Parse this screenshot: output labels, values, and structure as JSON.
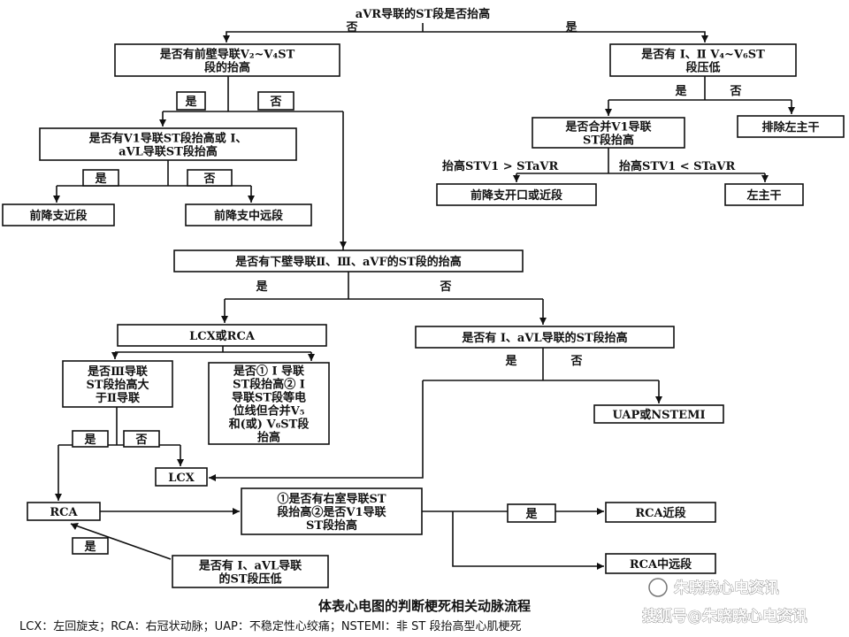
{
  "nodes": {
    "n_avr": [
      "aVR导联的ST段是否抬高"
    ],
    "n_ant": [
      "是否有前壁导联V₂~V₄ST",
      "段的抬高"
    ],
    "n_i2v": [
      "是否有 Ⅰ、Ⅱ V₄~V₆ST",
      "段压低"
    ],
    "n_v1i": [
      "是否有V1导联ST段抬高或 Ⅰ、",
      "aVL导联ST段抬高"
    ],
    "n_combv1": [
      "是否合并V1导联",
      "ST段抬高"
    ],
    "n_exlm": [
      "排除左主干"
    ],
    "n_ladprox": [
      "前降支近段"
    ],
    "n_ladmid": [
      "前降支中远段"
    ],
    "n_ladopen": [
      "前降支开口或近段"
    ],
    "n_lm": [
      "左主干"
    ],
    "n_inf": [
      "是否有下壁导联Ⅱ、Ⅲ、aVF的ST段的抬高"
    ],
    "n_lcxrca": [
      "LCX或RCA"
    ],
    "n_iavl": [
      "是否有 Ⅰ、aVL导联的ST段抬高"
    ],
    "n_iii": [
      "是否Ⅲ导联",
      "ST段抬高大",
      "于Ⅱ导联"
    ],
    "n_q": [
      "是否① Ⅰ 导联",
      "ST段抬高② Ⅰ",
      "导联ST段等电",
      "位线但合并V₅",
      "和(或) V₆ST段",
      "抬高"
    ],
    "n_uap": [
      "UAP或NSTEMI"
    ],
    "n_lcx": [
      "LCX"
    ],
    "n_rca": [
      "RCA"
    ],
    "n_rv": [
      "①是否有右室导联ST",
      "段抬高②是否V1导联",
      "ST段抬高"
    ],
    "n_rcaprox": [
      "RCA近段"
    ],
    "n_rcamid": [
      "RCA中远段"
    ],
    "n_iavldep": [
      "是否有 Ⅰ、aVL导联",
      "的ST段压低"
    ],
    "n_b_yes1": [
      "是"
    ],
    "n_b_no1": [
      "否"
    ],
    "n_b_yes2": [
      "是"
    ],
    "n_b_no2": [
      "否"
    ],
    "n_b_yes3": [
      "是"
    ],
    "n_b_yes4": [
      "是"
    ],
    "n_b_no4": [
      "否"
    ],
    "n_b_yes5": [
      "是"
    ]
  },
  "labels": {
    "l_no_top": "否",
    "l_yes_top": "是",
    "l_yes_r": "是",
    "l_no_r": "否",
    "l_stv1_gt": "抬高STV1 > STaVR",
    "l_stv1_lt": "抬高STV1 < STaVR",
    "l_yes_inf": "是",
    "l_no_inf": "否",
    "l_yes_iavl": "是",
    "l_no_iavl": "否"
  },
  "caption": "体表心电图的判断梗死相关动脉流程",
  "legend": "LCX：左回旋支；RCA：右冠状动脉；UAP：不稳定性心绞痛；NSTEMI：非 ST 段抬高型心肌梗死",
  "watermark": {
    "line1": "朱晓晓心电资讯",
    "line2": "搜狐号@朱晓晓心电资讯"
  }
}
